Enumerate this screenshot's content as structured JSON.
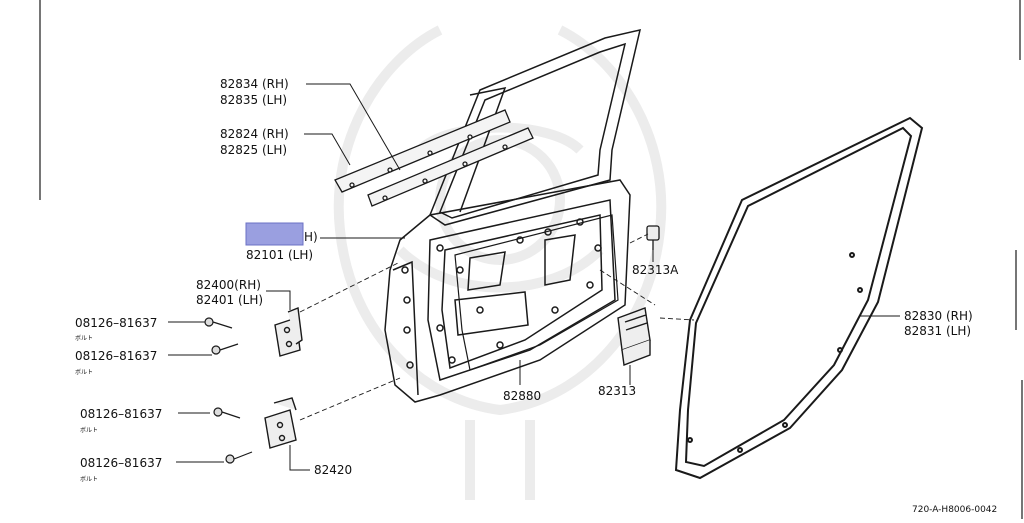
{
  "colors": {
    "line": "#1a1a1a",
    "highlight": "#9a9fe0",
    "watermark": "#ececec"
  },
  "labels": {
    "part_82834_rh": "82834 (RH)",
    "part_82835_lh": "82835 (LH)",
    "part_82824_rh": "82824 (RH)",
    "part_82825_lh": "82825 (LH)",
    "part_82101_rh_suffix": "H)",
    "part_82101_lh": "82101 (LH)",
    "part_82400_rh": "82400(RH)",
    "part_82401_lh": "82401 (LH)",
    "bolt_1": "08126–81637",
    "bolt_2": "08126–81637",
    "bolt_3": "08126–81637",
    "bolt_4": "08126–81637",
    "bolt_word_1": "ボルト",
    "bolt_word_2": "ボルト",
    "bolt_word_3": "ボルト",
    "bolt_word_4": "ボルト",
    "part_82420": "82420",
    "part_82880": "82880",
    "part_82313a": "82313A",
    "part_82313": "82313",
    "part_82830_rh": "82830 (RH)",
    "part_82831_lh": "82831 (LH)",
    "diagram_code": "720-A-H8006-0042"
  }
}
